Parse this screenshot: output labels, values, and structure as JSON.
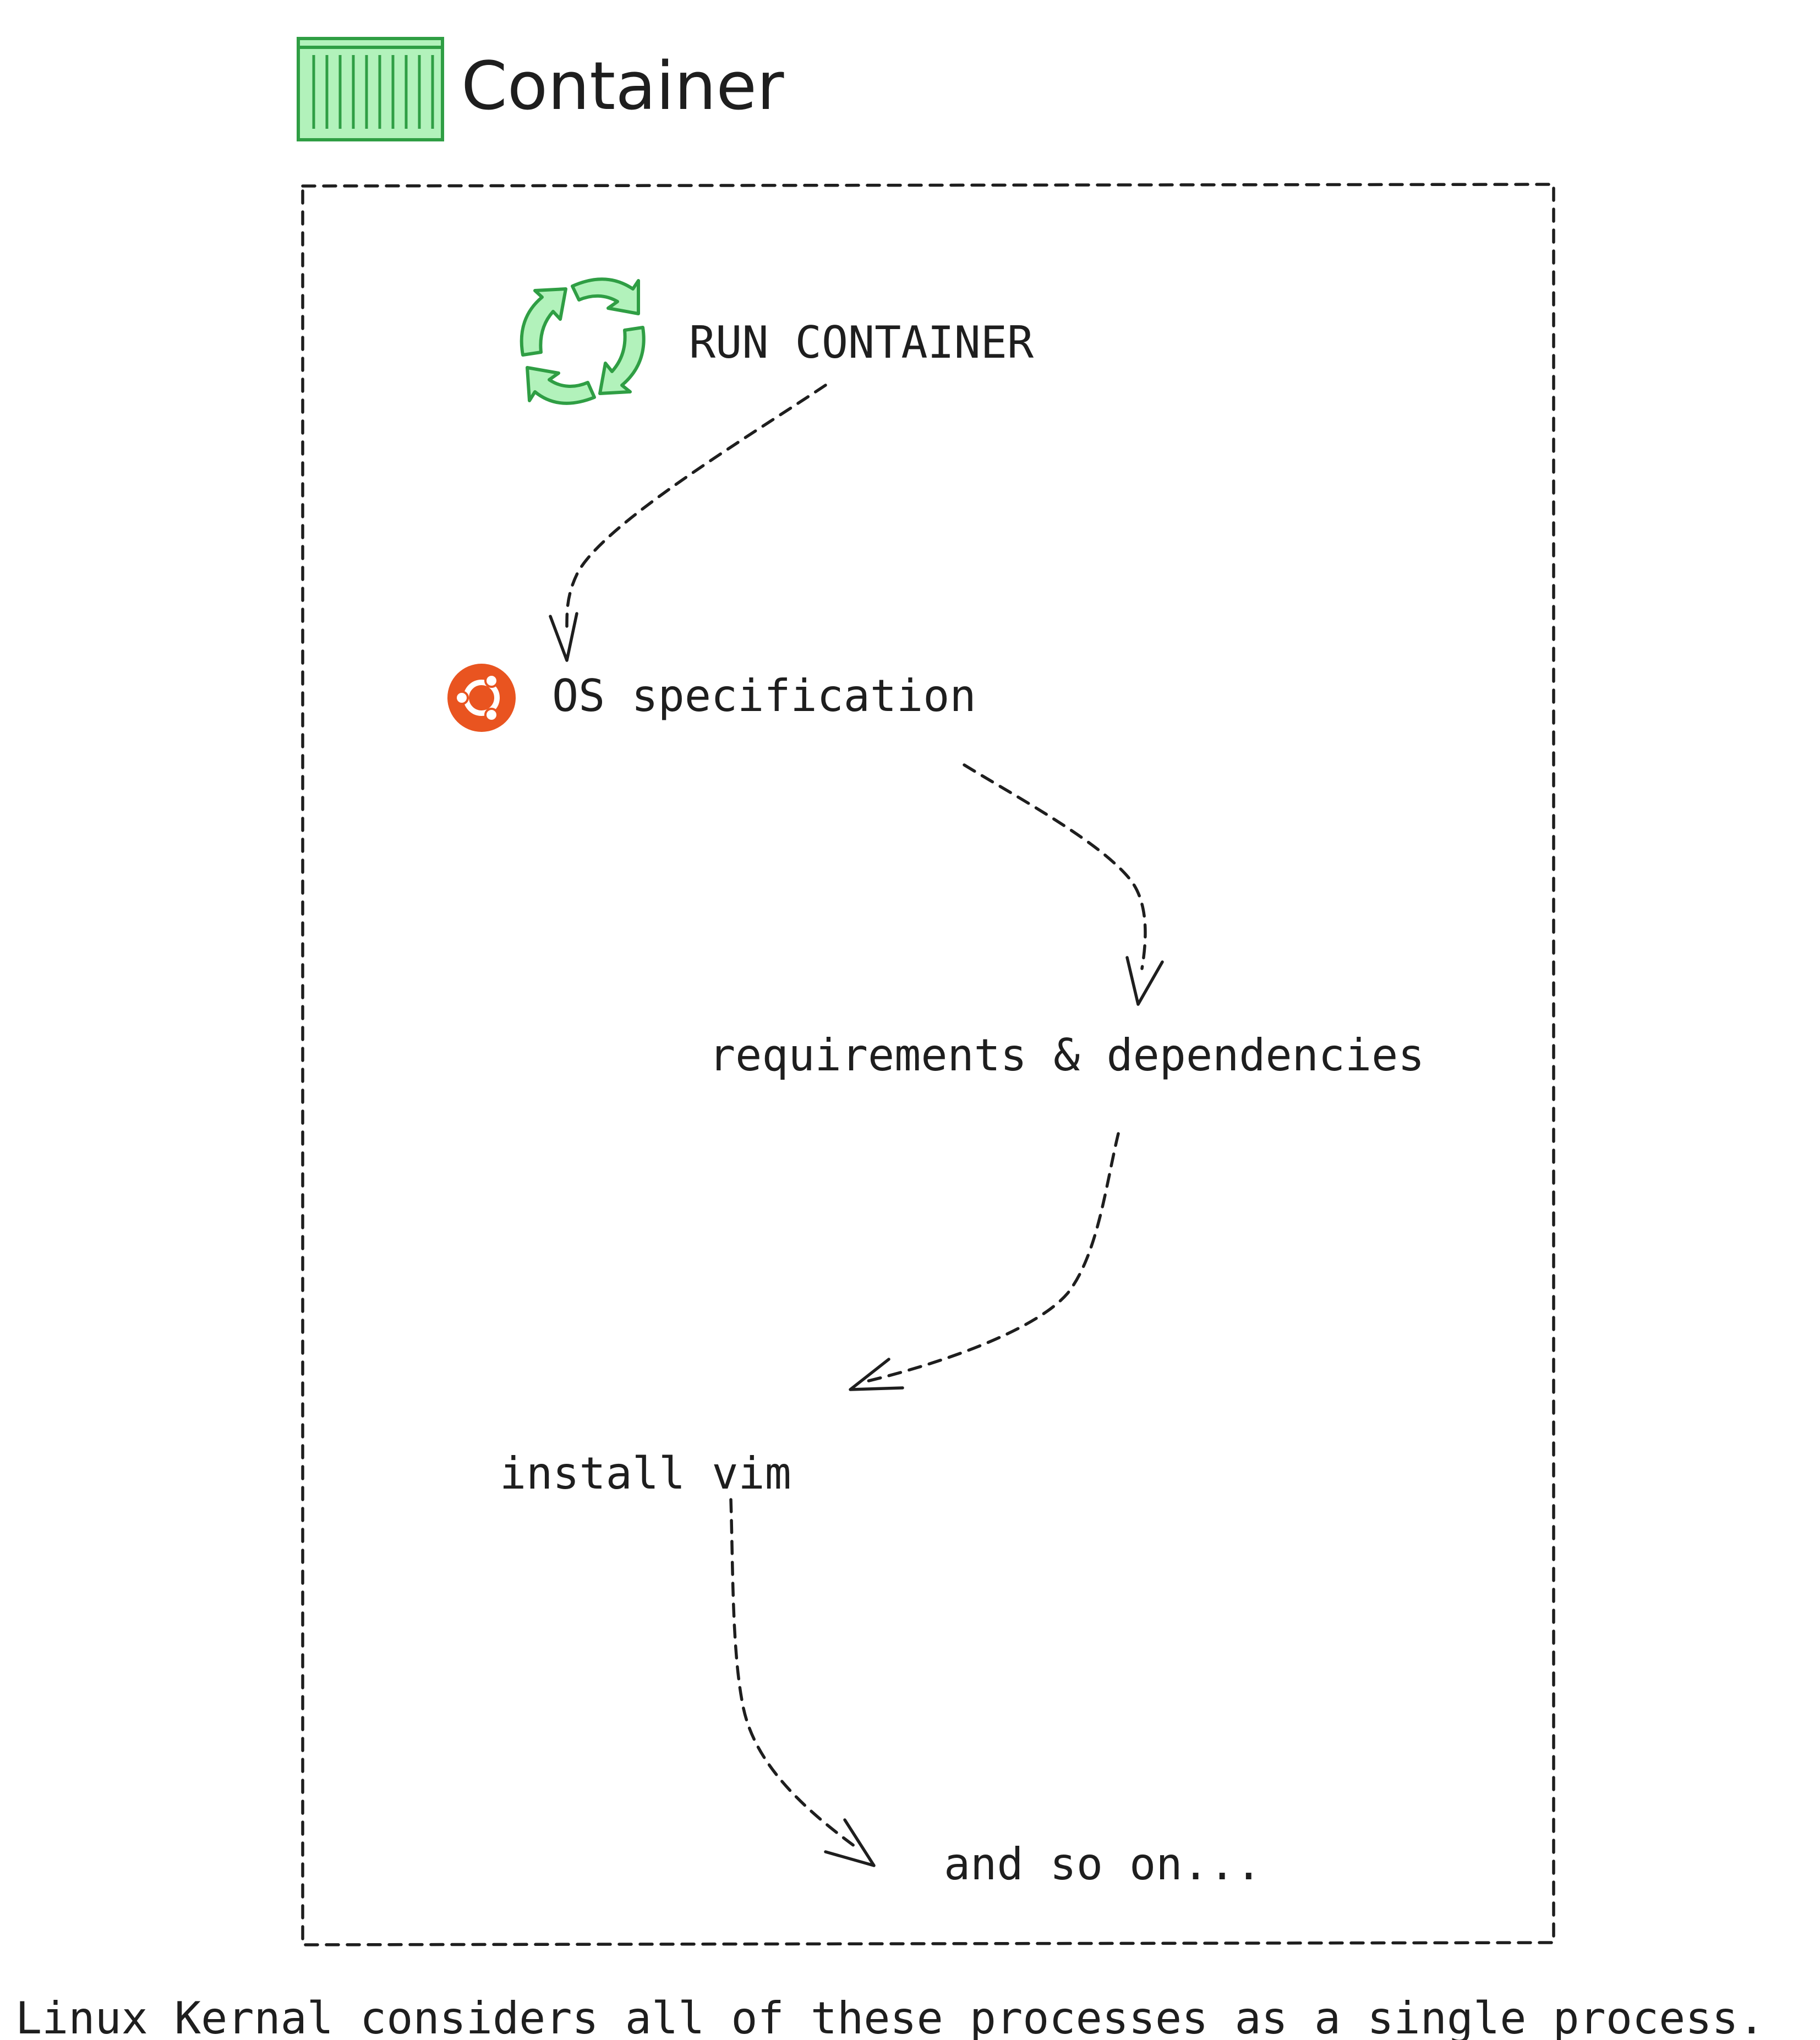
{
  "container": {
    "title": "Container",
    "icon": "shipping-container-icon",
    "icon_fill": "#b2f2bb",
    "icon_stroke": "#2f9e44"
  },
  "steps": {
    "run": {
      "label": "RUN CONTAINER",
      "icon": "refresh-cycle-icon"
    },
    "os": {
      "label": "OS specification",
      "icon": "ubuntu-logo-icon",
      "icon_color": "#e95420"
    },
    "requirements": {
      "label": "requirements & dependencies"
    },
    "install": {
      "label": "install vim"
    },
    "more": {
      "label": "and so on..."
    }
  },
  "footer": {
    "note": "Linux Kernal considers all of these processes as a single process."
  }
}
